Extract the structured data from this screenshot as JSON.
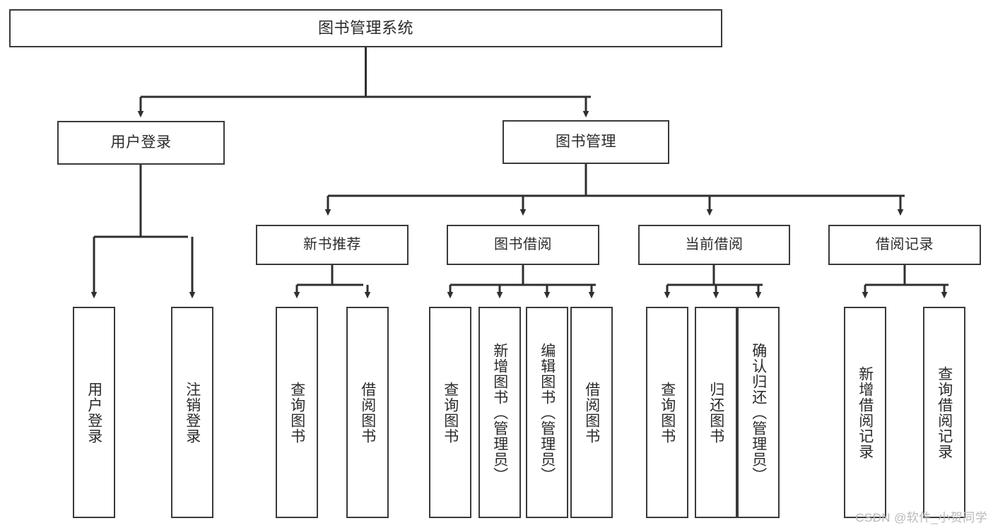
{
  "diagram": {
    "title": "图书管理系统",
    "watermark": "CSDN @软件_小贺同学",
    "colors": {
      "background": "#ffffff",
      "stroke": "#3a3a3a",
      "text": "#2b2b2b",
      "watermark": "#b9b9b9"
    },
    "root": {
      "label": "图书管理系统"
    },
    "level1": [
      {
        "label": "用户登录"
      },
      {
        "label": "图书管理"
      }
    ],
    "level2": [
      {
        "label": "新书推荐"
      },
      {
        "label": "图书借阅"
      },
      {
        "label": "当前借阅"
      },
      {
        "label": "借阅记录"
      }
    ],
    "leaves": [
      {
        "label": "用户登录"
      },
      {
        "label": "注销登录"
      },
      {
        "label": "查询图书"
      },
      {
        "label": "借阅图书"
      },
      {
        "label": "查询图书"
      },
      {
        "label": "新增图书（管理员）"
      },
      {
        "label": "编辑图书（管理员）"
      },
      {
        "label": "借阅图书"
      },
      {
        "label": "查询图书"
      },
      {
        "label": "归还图书"
      },
      {
        "label": "确认归还（管理员）"
      },
      {
        "label": "新增借阅记录"
      },
      {
        "label": "查询借阅记录"
      }
    ]
  }
}
